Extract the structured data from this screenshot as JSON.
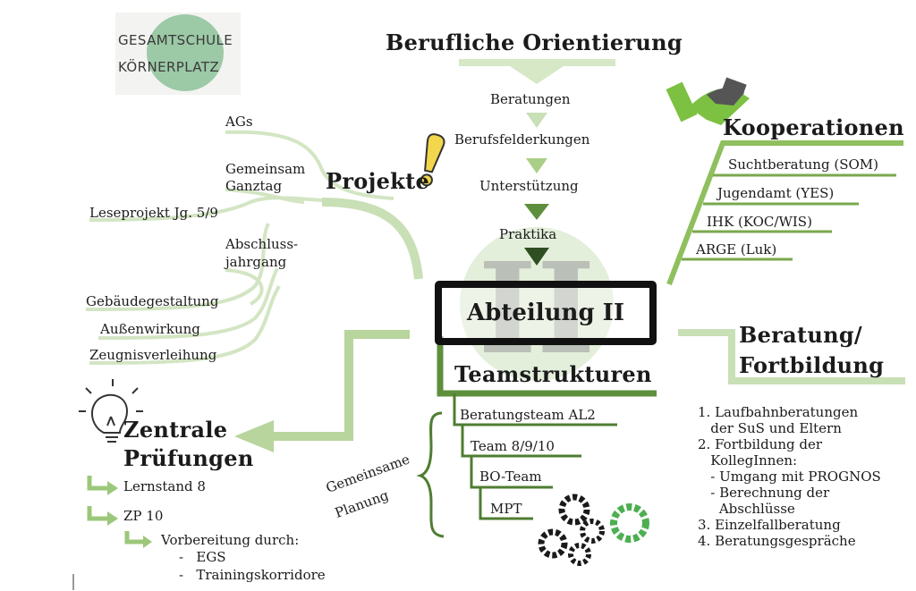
{
  "logo": {
    "line1": "GESAMTSCHULE",
    "line2": "KÖRNERPLATZ"
  },
  "title": "Berufliche Orientierung",
  "center": {
    "label": "Abteilung II",
    "watermark": "II"
  },
  "orientation_steps": [
    "Beratungen",
    "Berufsfelderkungen",
    "Unterstützung",
    "Praktika"
  ],
  "projekte": {
    "heading": "Projekte",
    "items": [
      "AGs",
      "Gemeinsam",
      "Ganztag",
      "Leseprojekt Jg. 5/9",
      "Abschluss-",
      "jahrgang",
      "Gebäudegestaltung",
      "Außenwirkung",
      "Zeugnisverleihung"
    ]
  },
  "kooperationen": {
    "heading": "Kooperationen",
    "items": [
      "Suchtberatung (SOM)",
      "Jugendamt (YES)",
      "IHK (KOC/WIS)",
      "ARGE (Luk)"
    ]
  },
  "beratung": {
    "heading_line1": "Beratung/",
    "heading_line2": "Fortbildung",
    "list": [
      "1. Laufbahnberatungen",
      "   der SuS und Eltern",
      "2. Fortbildung der",
      "   KollegInnen:",
      "   - Umgang mit PROGNOS",
      "   - Berechnung der",
      "     Abschlüsse",
      "3. Einzelfallberatung",
      "4. Beratungsgespräche"
    ]
  },
  "teamstrukturen": {
    "heading": "Teamstrukturen",
    "items": [
      "Beratungsteam AL2",
      "Team 8/9/10",
      "BO-Team",
      "MPT"
    ],
    "planung_line1": "Gemeinsame",
    "planung_line2": "Planung"
  },
  "zentrale": {
    "heading_line1": "Zentrale",
    "heading_line2": "Prüfungen",
    "items": [
      "Lernstand 8",
      "ZP 10",
      "Vorbereitung durch:"
    ],
    "sub_items": [
      "-   EGS",
      "-   Trainingskorridore"
    ]
  },
  "colors": {
    "light_green": "#c9dfb6",
    "mid_green": "#8fbf5e",
    "dark_green": "#4f7d32",
    "accent_green": "#7cc142",
    "gear_dark": "#1a1a1a"
  },
  "icons": [
    "exclamation-icon",
    "handshake-icon",
    "lightbulb-icon",
    "gears-icon"
  ]
}
